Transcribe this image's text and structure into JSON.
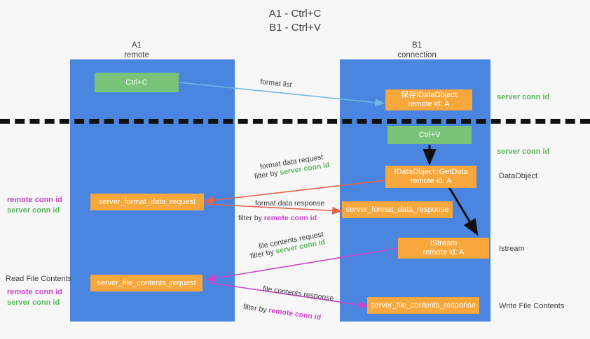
{
  "title": {
    "line1": "A1 - Ctrl+C",
    "line2": "B1 - Ctrl+V"
  },
  "lanes": [
    {
      "name": "A1",
      "sub": "remote"
    },
    {
      "name": "B1",
      "sub": "connection"
    }
  ],
  "boxes": {
    "ctrl_c": "Ctrl+C",
    "ctrl_v": "Ctrl+V",
    "idataobject_top_l1": "保存IDataObject",
    "idataobject_top_l2": "remote id: A",
    "getdata_l1": "IDataObject::GetData",
    "getdata_l2": "remote id: A",
    "istream_l1": "IStream",
    "istream_l2": "remote id: A",
    "server_format_data_request": "server_format_data_request",
    "server_format_data_response": "server_format_data_response",
    "server_file_contents_request": "server_file_contents_request",
    "server_file_contents_response": "server_file_contents_response"
  },
  "arrow_labels": {
    "format_list": "format list",
    "format_data_request": "format data request",
    "format_data_request_filter_prefix": "filter by ",
    "format_data_request_filter_value": "server conn id",
    "format_data_response": "format data response",
    "format_data_response_filter_prefix": "filter by ",
    "format_data_response_filter_value": "remote conn id",
    "file_contents_request": "file contents request",
    "file_contents_request_filter_prefix": "filter by ",
    "file_contents_request_filter_value": "server conn id",
    "file_contents_response": "file contents response",
    "file_contents_response_filter_prefix": "filter by ",
    "file_contents_response_filter_value": "remote conn id"
  },
  "left_labels": {
    "remote_conn_id_1": "remote conn id",
    "server_conn_id_1": "server conn id",
    "read_file_contents": "Read File Contents",
    "remote_conn_id_2": "remote conn id",
    "server_conn_id_2": "server conn id"
  },
  "right_labels": {
    "server_conn_id_1": "server conn id",
    "server_conn_id_2": "server conn id",
    "dataobject": "DataObject",
    "istream": "Istream",
    "write_file_contents": "Write File Contents"
  },
  "colors": {
    "lane": "#4a86e0",
    "orange": "#f7a73c",
    "green": "#79c479",
    "arrow_blue": "#6fb7e8",
    "arrow_red": "#e8614c",
    "arrow_magenta": "#cc44cc",
    "arrow_black": "#111111",
    "green_text": "#5cb85c",
    "magenta_text": "#cc44cc",
    "background": "#f7f7f7"
  }
}
